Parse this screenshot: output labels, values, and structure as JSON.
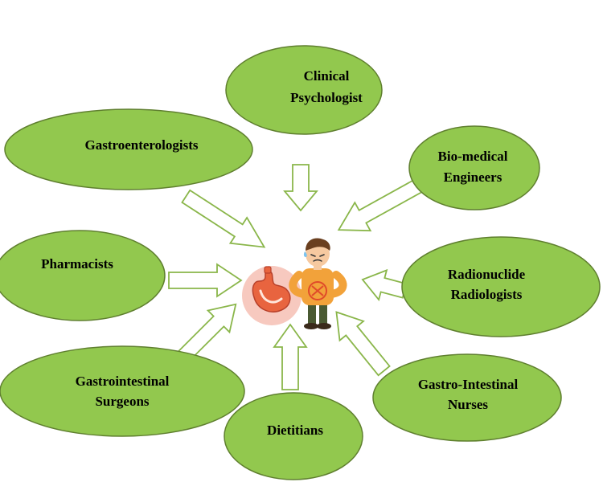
{
  "diagram": {
    "nodes": {
      "clinical_psychologist": {
        "line1": "Clinical",
        "line2": "Psychologist"
      },
      "gastroenterologists": {
        "line1": "Gastroenterologists"
      },
      "biomedical_engineers": {
        "line1": "Bio-medical",
        "line2": "Engineers"
      },
      "pharmacists": {
        "line1": "Pharmacists"
      },
      "radionuclide_radiologists": {
        "line1": "Radionuclide",
        "line2": "Radiologists"
      },
      "gastrointestinal_surgeons": {
        "line1": "Gastrointestinal",
        "line2": "Surgeons"
      },
      "gastro_intestinal_nurses": {
        "line1": "Gastro-Intestinal",
        "line2": "Nurses"
      },
      "dietitians": {
        "line1": "Dietitians"
      }
    },
    "center_figure": "patient-with-stomach-pain",
    "colors": {
      "node_fill": "#92c84e",
      "node_stroke": "#5f7f2f",
      "arrow_fill": "#ffffff",
      "arrow_stroke": "#8ab64a",
      "stomach_bg": "#f7c9bf",
      "stomach": "#e8643f"
    }
  }
}
